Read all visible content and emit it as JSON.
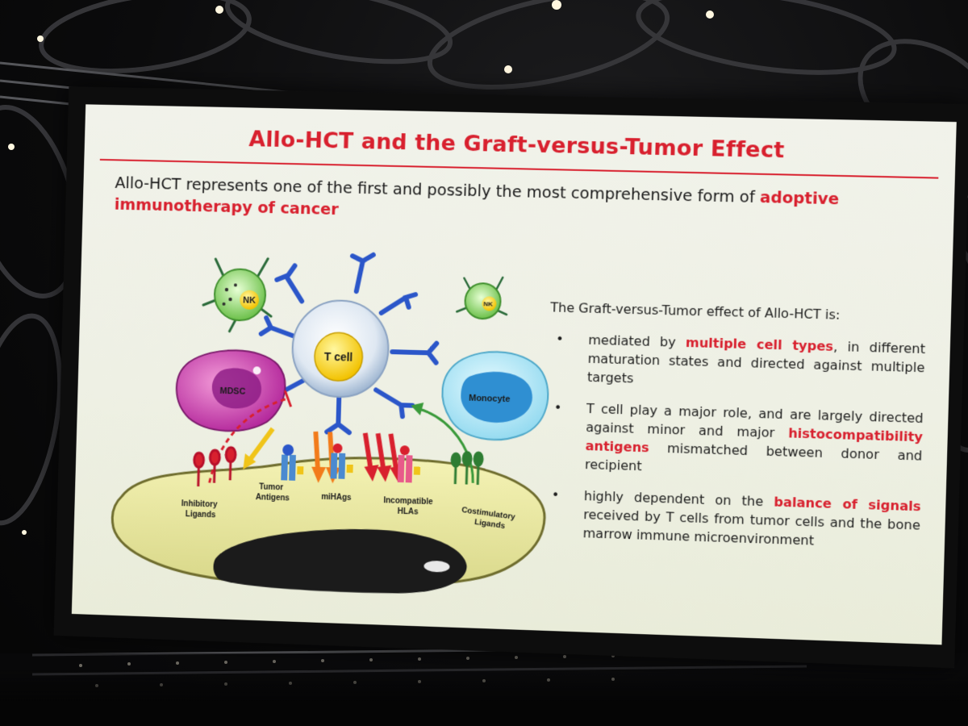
{
  "slide": {
    "title": "Allo-HCT and the Graft-versus-Tumor Effect",
    "intro": {
      "text_before": "Allo-HCT represents one of the first and possibly the most comprehensive form of ",
      "highlight": "adoptive immunotherapy of cancer"
    },
    "diagram": {
      "cells": {
        "t_cell": "T cell",
        "nk_left": "NK",
        "nk_right": "NK",
        "mdsc": "MDSC",
        "monocyte": "Monocyte"
      },
      "labels": {
        "inhibitory": [
          "Inhibitory",
          "Ligands"
        ],
        "tumor_antigens": [
          "Tumor",
          "Antigens"
        ],
        "mihags": "miHAgs",
        "incompatible": [
          "Incompatible",
          "HLAs"
        ],
        "costimulatory": [
          "Costimulatory",
          "Ligands"
        ]
      }
    },
    "gvt_heading": "The Graft-versus-Tumor effect of Allo-HCT is:",
    "bullets": [
      {
        "before": "mediated by ",
        "highlight": "multiple cell types",
        "after": ", in different maturation states and directed against multiple targets"
      },
      {
        "before": "T cell play a major role, and are largely directed against minor and major ",
        "highlight": "histocompatibility antigens",
        "after": " mismatched between donor and recipient"
      },
      {
        "before": "highly dependent on the ",
        "highlight": "balance of signals",
        "after": " received by T cells from tumor cells and the bone marrow immune microenvironment"
      }
    ],
    "bullet_glyph": "•"
  },
  "colors": {
    "accent_red": "#d8202e",
    "slide_background": "#eef0e4"
  }
}
